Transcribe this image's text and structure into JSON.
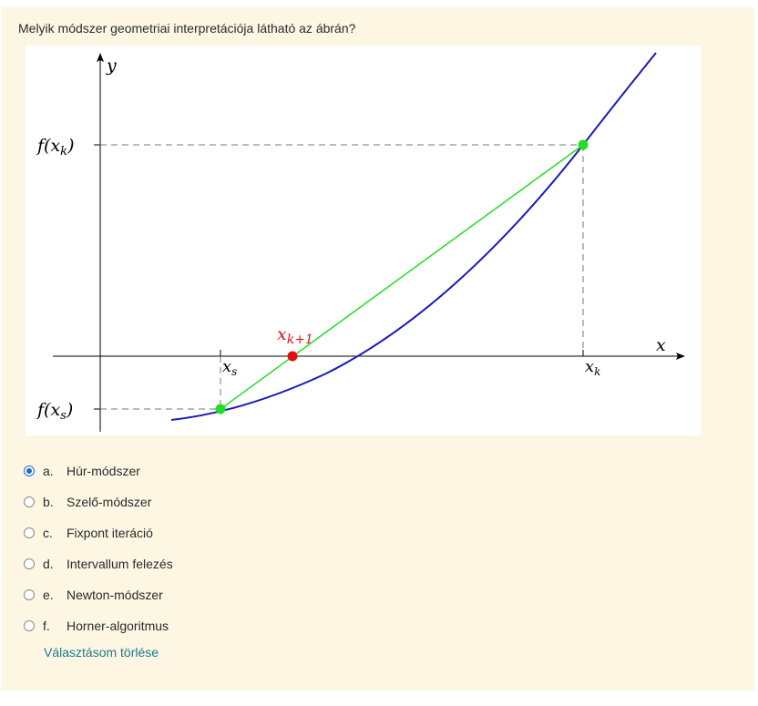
{
  "question": {
    "text": "Melyik módszer geometriai interpretációja látható az ábrán?"
  },
  "figure": {
    "y_axis_label": "y",
    "x_axis_label": "x",
    "f_xk_label": "f(x_k)",
    "f_xs_label": "f(x_s)",
    "xs_label": "x_s",
    "xk_label": "x_k",
    "xk1_label": "x_{k+1}",
    "colors": {
      "curve": "#1b1bb8",
      "secant": "#22dd22",
      "endpoint": "#22dd22",
      "intersection": "#e01010",
      "guides": "#777777",
      "axis": "#000000"
    }
  },
  "answers": [
    {
      "letter": "a.",
      "label": "Húr-módszer",
      "selected": true
    },
    {
      "letter": "b.",
      "label": "Szelő-módszer",
      "selected": false
    },
    {
      "letter": "c.",
      "label": "Fixpont iteráció",
      "selected": false
    },
    {
      "letter": "d.",
      "label": "Intervallum felezés",
      "selected": false
    },
    {
      "letter": "e.",
      "label": "Newton-módszer",
      "selected": false
    },
    {
      "letter": "f.",
      "label": "Horner-algoritmus",
      "selected": false
    }
  ],
  "clear_choice_label": "Választásom törlése"
}
